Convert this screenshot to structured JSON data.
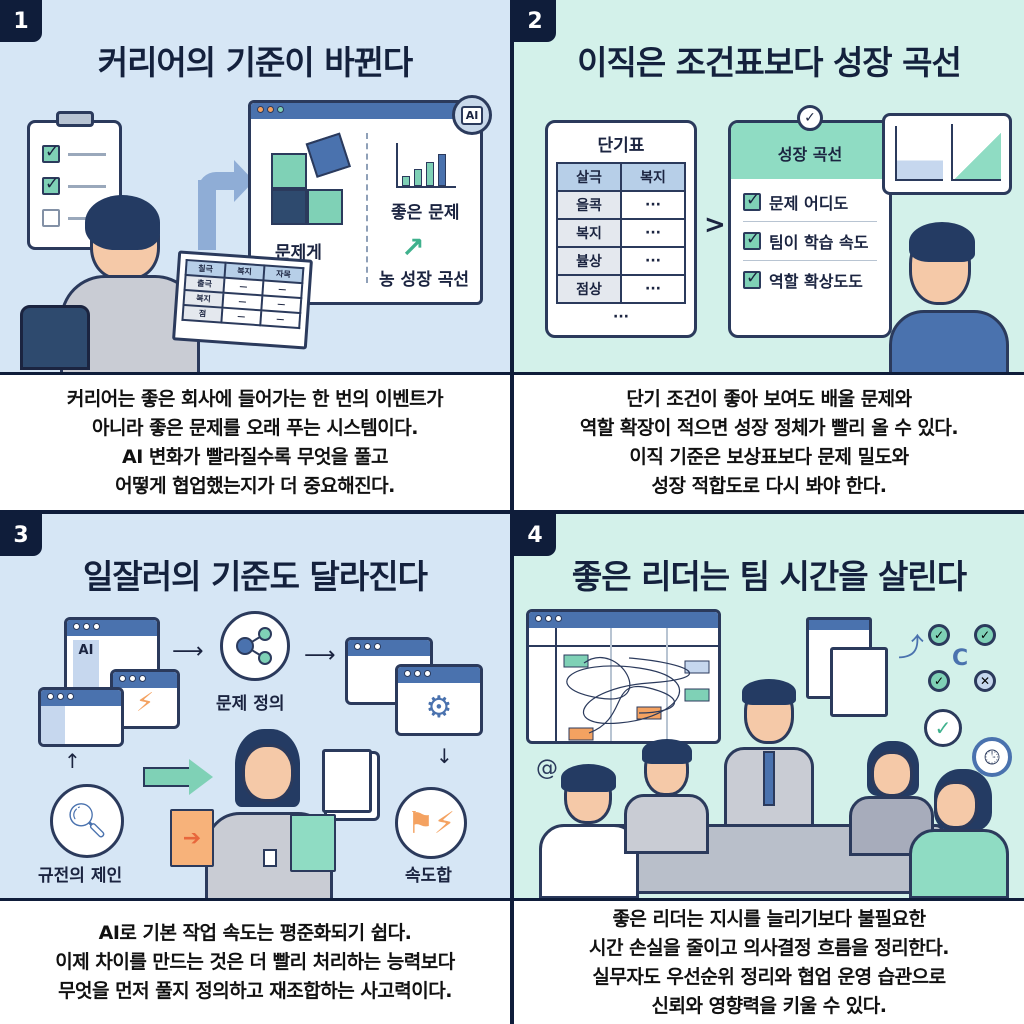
{
  "panels": [
    {
      "number": "1",
      "title": "커리어의 기준이 바뀐다",
      "illustration": {
        "checklist_items": [
          {
            "checked": true
          },
          {
            "checked": true
          },
          {
            "checked": false
          }
        ],
        "screen_badge": "AI",
        "puzzle_label": "문제게",
        "chart_label": "좋은 문제",
        "growth_label": "농 성장 곡선",
        "tablet_table": {
          "headers": [
            "칠극",
            "복지",
            "자목"
          ],
          "rows": [
            "출극",
            "복지",
            "점"
          ]
        }
      },
      "caption": [
        "커리어는 좋은 회사에 들어가는 한 번의 이벤트가",
        "아니라 좋은 문제를 오래 푸는 시스템이다.",
        "AI 변화가 빨라질수록 무엇을 풀고",
        "어떻게 협업했는지가 더 중요해진다."
      ]
    },
    {
      "number": "2",
      "title": "이직은 조건표보다 성장 곡선",
      "illustration": {
        "table_title": "단기표",
        "table_headers": [
          "살극",
          "복지"
        ],
        "table_rows": [
          [
            "을콕",
            "···"
          ],
          [
            "복지",
            "···"
          ],
          [
            "뷸상",
            "···"
          ],
          [
            "점상",
            "···"
          ]
        ],
        "table_more": "···",
        "comparator": ">",
        "card_title": "성장 곡선",
        "card_items": [
          "문제 어디도",
          "팀이 학습 속도",
          "역할 확상도도"
        ]
      },
      "caption": [
        "단기 조건이 좋아 보여도 배울 문제와",
        "역할 확장이 적으면 성장 정체가 빨리 올 수 있다.",
        "이직 기준은 보상표보다 문제 밀도와",
        "성장 적합도로 다시 봐야 한다."
      ]
    },
    {
      "number": "3",
      "title": "일잘러의 기준도 달라진다",
      "illustration": {
        "ai_window_label": "AI",
        "node_labels": [
          "문제 정의",
          "규전의 제인",
          "속도합"
        ]
      },
      "caption": [
        "AI로 기본 작업 속도는 평준화되기 쉽다.",
        "이제 차이를 만드는 것은 더 빨리 처리하는 능력보다",
        "무엇을 먼저 풀지 정의하고 재조합하는 사고력이다."
      ]
    },
    {
      "number": "4",
      "title": "좋은 리더는 팀 시간을 살린다",
      "illustration": {
        "scene": "meeting-with-leader"
      },
      "caption": [
        "좋은 리더는 지시를 늘리기보다 불필요한",
        "시간 손실을 줄이고 의사결정 흐름을 정리한다.",
        "실무자도 우선순위 정리와 협업 운영 습관으로",
        "신뢰와 영향력을 키울 수 있다."
      ]
    }
  ],
  "colors": {
    "frame": "#0f1d3a",
    "panel_blue": "#d6e6f5",
    "panel_mint": "#d3f1ea",
    "accent_blue": "#4a72ae",
    "accent_green": "#7fd1b6",
    "accent_orange": "#f4a261"
  }
}
